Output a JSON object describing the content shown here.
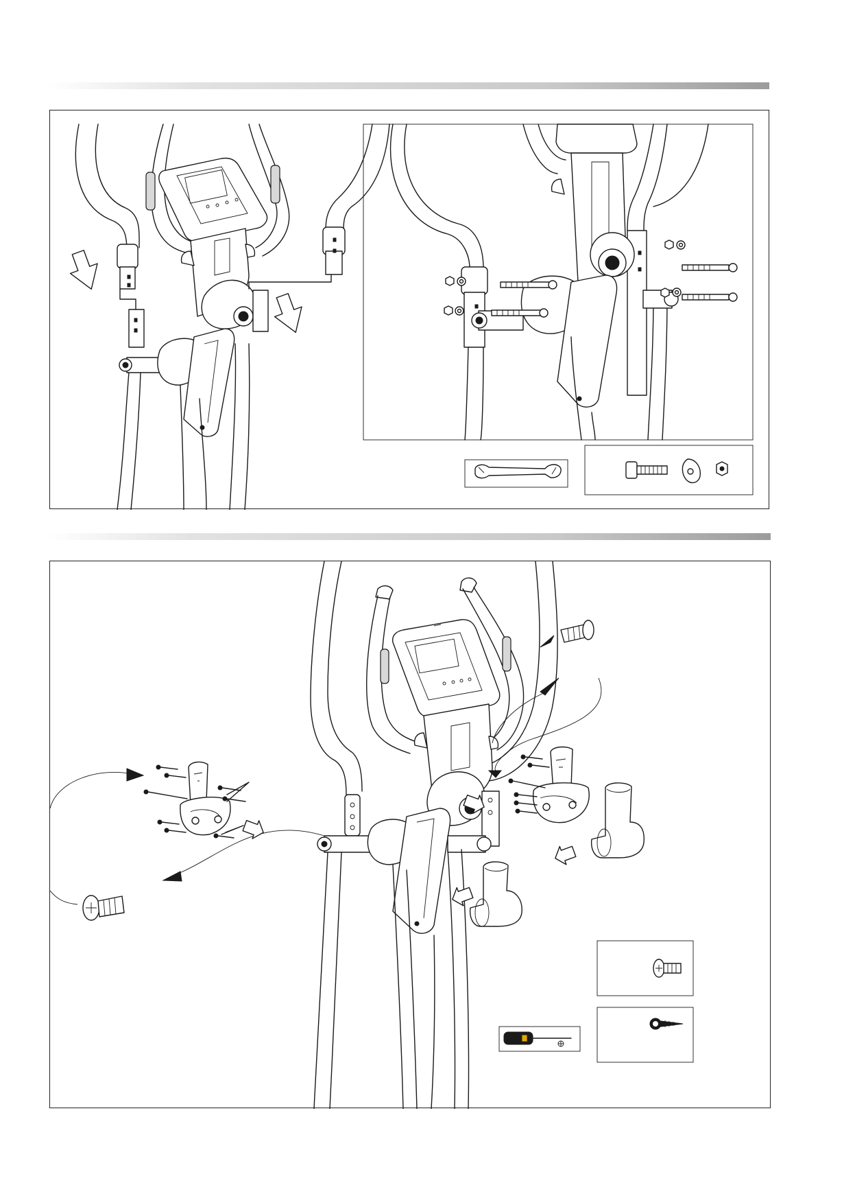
{
  "steps": [
    {
      "main_view": "handlebar-posts-attach",
      "inset_view": "post-bolting-detail",
      "tool": "open-end-wrench",
      "hardware": [
        "carriage-bolt",
        "curved-washer",
        "nyloc-nut"
      ]
    },
    {
      "main_view": "post-cover-assembly",
      "tool": "phillips-screwdriver",
      "hardware": [
        "button-head-bolt",
        "self-tapping-screw"
      ]
    }
  ],
  "icons": {
    "down_arrow": "down-arrow-icon",
    "push_arrow": "push-arrow-icon",
    "wrench": "wrench-icon",
    "screwdriver": "screwdriver-icon"
  }
}
